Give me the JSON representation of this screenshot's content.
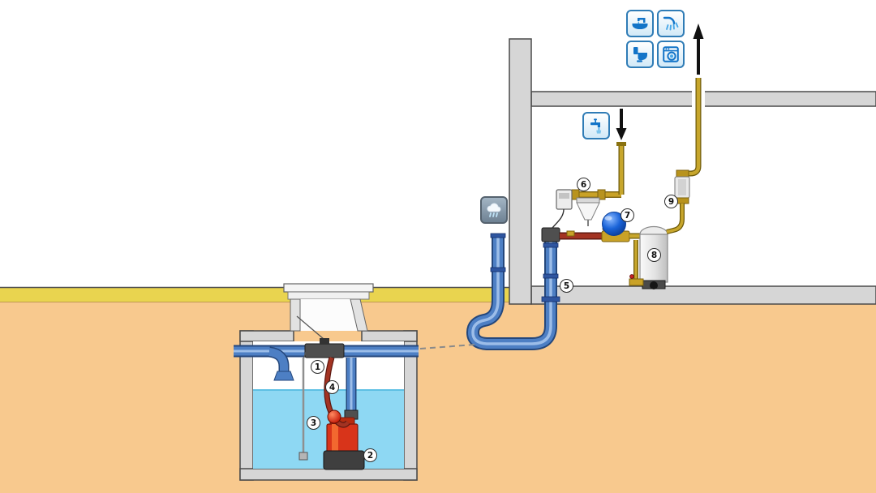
{
  "markers": [
    {
      "label": "1"
    },
    {
      "label": "2"
    },
    {
      "label": "3"
    },
    {
      "label": "4"
    },
    {
      "label": "5"
    },
    {
      "label": "6"
    },
    {
      "label": "7"
    },
    {
      "label": "8"
    },
    {
      "label": "9"
    }
  ],
  "icons": {
    "washbasin": "washbasin-icon",
    "shower": "shower-icon",
    "toilet": "toilet-icon",
    "washing_machine": "washing-machine-icon",
    "tap": "tap-icon",
    "rain_cloud": "rain-cloud-icon",
    "flow_up": "arrow-up-icon",
    "flow_down": "arrow-down-icon"
  },
  "colors": {
    "ground": "#f8c98e",
    "surface_band": "#e9d44f",
    "concrete": "#d6d6d6",
    "water": "#8ed8f3",
    "pipe_blue": "#4d7fc4",
    "suction_pipe_red": "#a33322",
    "riser_pipe_yellow": "#c7a62c",
    "pressure_vessel_blue": "#1566dd",
    "pump_red": "#d8341a"
  }
}
